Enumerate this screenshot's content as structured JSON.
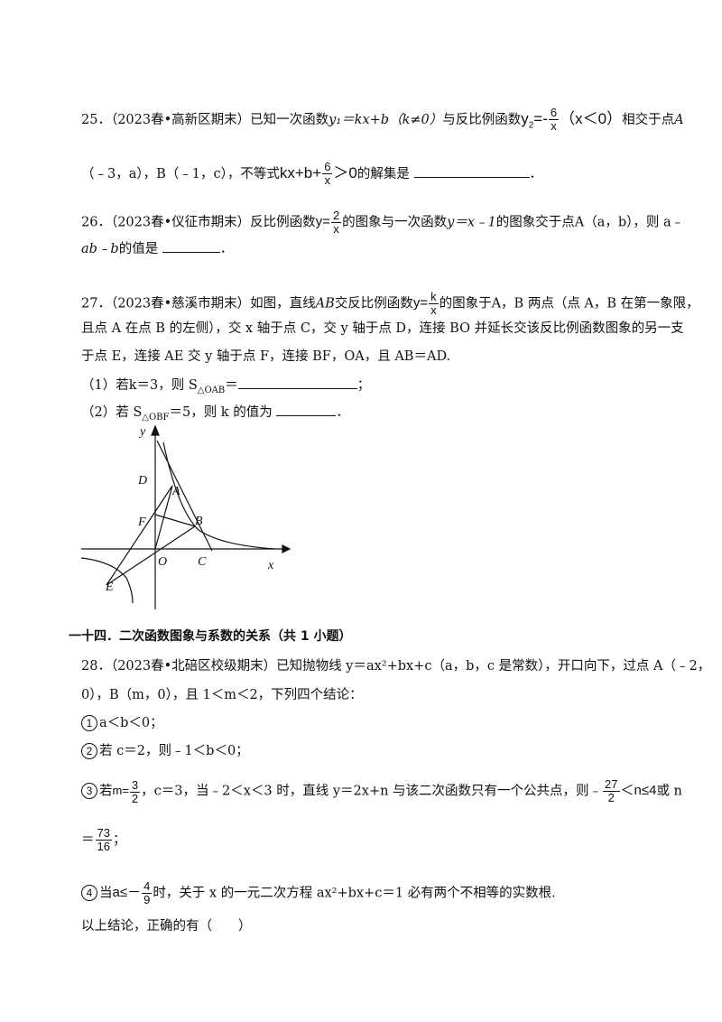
{
  "q25": {
    "num": "25．",
    "source": "（2023春•高新区期末）",
    "text1": "已知一次函数",
    "func1": "y₁＝kx+b（k≠0）",
    "text2": "与反比例函数",
    "func2_left": "y",
    "func2_sub": "2",
    "func2_eq": "=-",
    "func2_num": "6",
    "func2_den": "x",
    "func2_cond": "（x＜0）",
    "text3": "相交于点",
    "pointA": "A",
    "line2_start": "（﹣3，a），B（﹣1，c），不等式",
    "ineq_left": "kx+b+",
    "ineq_num": "6",
    "ineq_den": "x",
    "ineq_right": "＞0",
    "line2_end": "的解集是",
    "end": "．"
  },
  "q26": {
    "num": "26．",
    "source": "（2023春•仪征市期末）",
    "text1": "反比例函数",
    "func_left": "y=",
    "func_num": "2",
    "func_den": "x",
    "text2": "的图象与一次函数",
    "func2": "y＝x﹣1",
    "text3": "的图象交于点",
    "point": "A（a，b），则 a﹣",
    "line2_start": "ab﹣b",
    "line2_text": "的值是",
    "end": "．"
  },
  "q27": {
    "num": "27．",
    "source": "（2023春•慈溪市期末）",
    "text1": "如图，直线",
    "ab": "AB",
    "text2": "交反比例函数",
    "func_left": "y=",
    "func_num": "k",
    "func_den": "x",
    "text3": "的图象于",
    "text4": "A，B 两点（点 A，B 在第一象限，",
    "line2": "且点 A 在点 B 的左侧），交 x 轴于点 C，交 y 轴于点 D，连接 BO 并延长交该反比例函数图象的另一支",
    "line3": "于点 E，连接 AE 交 y 轴于点 F，连接 BF，OA，且 AB＝AD.",
    "sub1_label": "（1）若",
    "sub1_cond": "k＝3，则 S",
    "sub1_sub": "△OAB",
    "sub1_eq": "＝",
    "sub1_end": "；",
    "sub2_label": "（2）若 S",
    "sub2_sub": "△OBF",
    "sub2_cond": "＝5，则 k 的值为",
    "sub2_end": "．",
    "graph_labels": {
      "y": "y",
      "x": "x",
      "D": "D",
      "A": "A",
      "F": "F",
      "B": "B",
      "O": "O",
      "C": "C",
      "E": "E"
    }
  },
  "section14": {
    "title": "一十四．二次函数图象与系数的关系（共 1 小题）"
  },
  "q28": {
    "num": "28．",
    "source": "（2023春•北碚区校级期末）",
    "text1": "已知抛物线 y＝ax²+bx+c（a，b，c 是常数），开口向下，过点 A（﹣2，",
    "line2": "0），B（m，0），且 1＜m＜2，下列四个结论：",
    "c1_num": "1",
    "c1": "a＜b＜0；",
    "c2_num": "2",
    "c2": "若 c＝2，则﹣1＜b＜0；",
    "c3_num": "3",
    "c3_pre": "若",
    "c3_m": "m=",
    "c3_m_num": "3",
    "c3_m_den": "2",
    "c3_text": "，c＝3，当﹣2＜x＜3 时，直线 y＝2x+n 与该二次函数只有一个公共点，则﹣",
    "c3_n_num": "27",
    "c3_n_den": "2",
    "c3_n_right": "＜n≤4",
    "c3_or": "或 n",
    "c3_eq": "＝",
    "c3_v_num": "73",
    "c3_v_den": "16",
    "c3_end": "；",
    "c4_num": "4",
    "c4_pre": "当",
    "c4_a": "a≤－",
    "c4_num_f": "4",
    "c4_den_f": "9",
    "c4_text": "时，关于 x 的一元二次方程 ax²+bx+c＝1 必有两个不相等的实数根.",
    "conclusion": "以上结论，正确的有（　　）"
  }
}
